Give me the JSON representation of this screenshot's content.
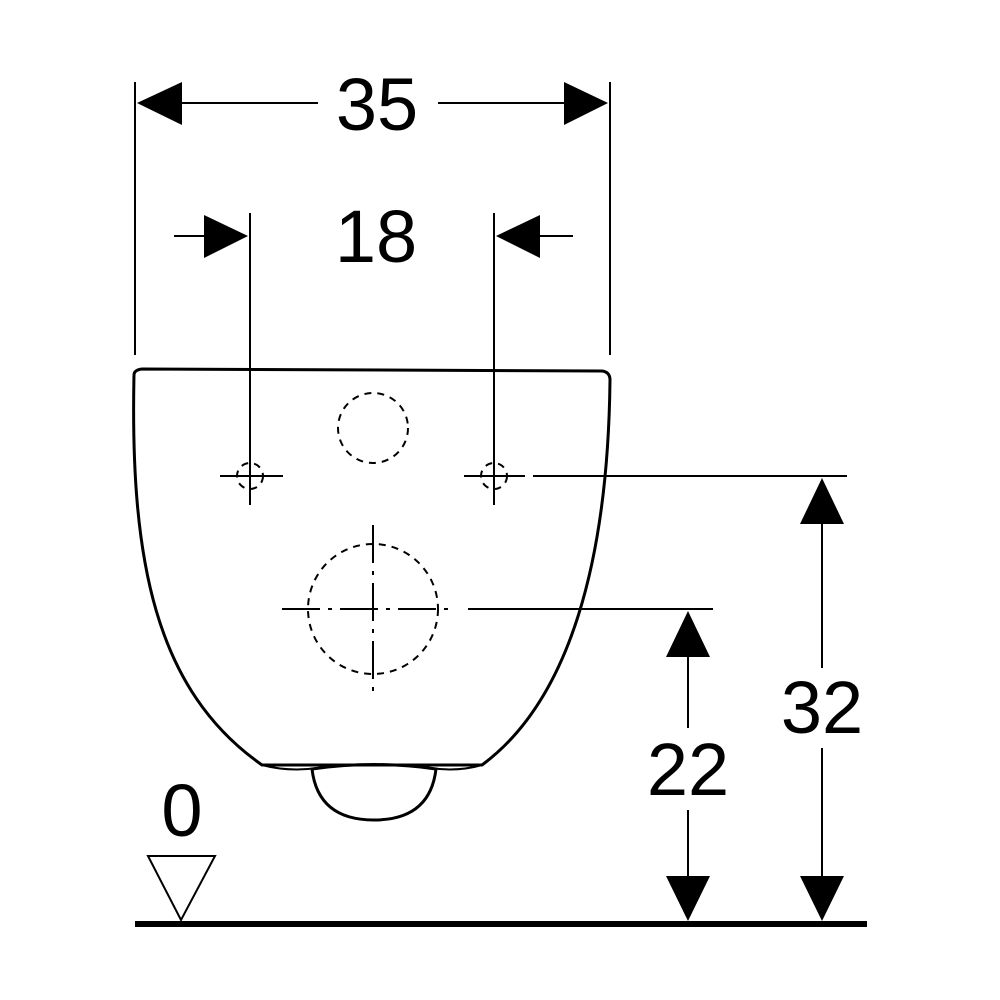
{
  "dimensions": {
    "overall_width": "35",
    "fixing_spacing": "18",
    "fixing_height": "32",
    "outlet_height": "22",
    "floor_level": "0"
  }
}
